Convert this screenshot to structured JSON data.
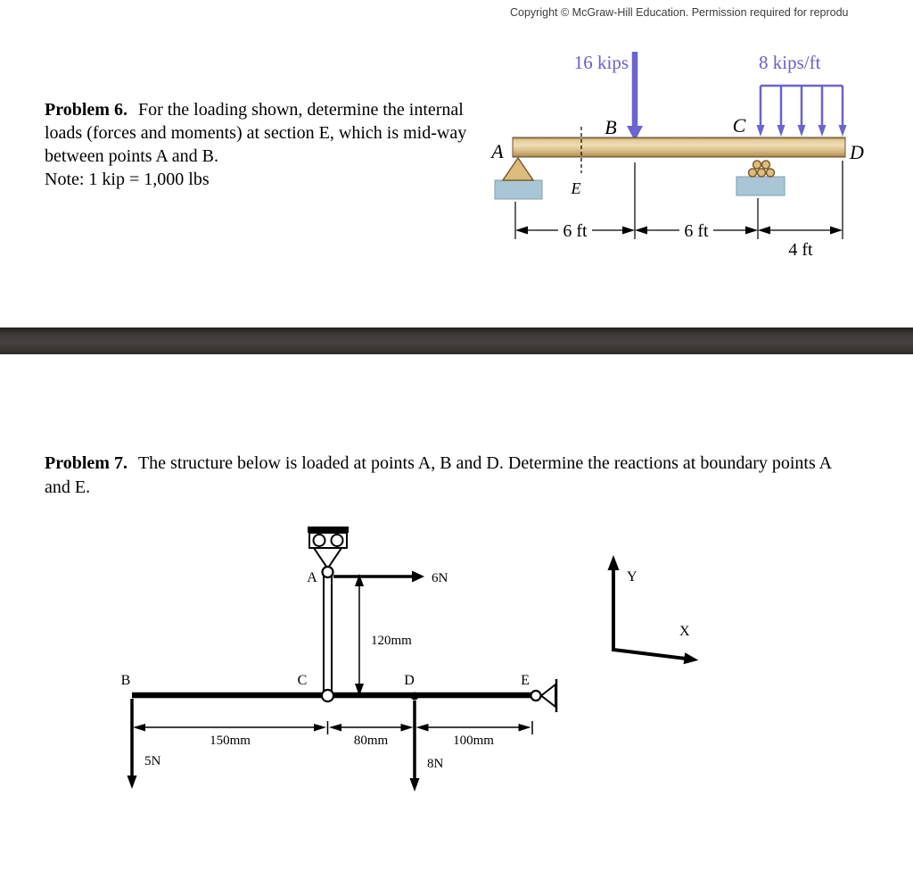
{
  "page": {
    "copyright": "Copyright © McGraw-Hill Education. Permission required for reprodu"
  },
  "problem6": {
    "title": "Problem 6.",
    "body": "For the loading shown, determine the internal loads (forces and moments) at section E, which is mid-way between points A and B.",
    "note": "Note: 1 kip = 1,000 lbs",
    "diagram": {
      "point_load_label": "16 kips",
      "distributed_load_label": "8 kips/ft",
      "labels": {
        "a": "A",
        "b": "B",
        "c": "C",
        "d": "D",
        "e": "E"
      },
      "dims": {
        "ab": "6 ft",
        "bc": "6 ft",
        "cd": "4 ft"
      },
      "colors": {
        "load_purple": "#6b63cf",
        "beam_tan": "#d8bc84",
        "support_blue": "#a9c6d6"
      }
    }
  },
  "problem7": {
    "title": "Problem 7.",
    "body": "The structure below is loaded at points A, B and D. Determine the reactions at boundary points A and E.",
    "diagram": {
      "labels": {
        "a": "A",
        "b": "B",
        "c": "C",
        "d": "D",
        "e": "E"
      },
      "forces": {
        "at_a": "6N",
        "at_b": "5N",
        "at_d": "8N"
      },
      "dims": {
        "ac": "120mm",
        "bc": "150mm",
        "cd": "80mm",
        "de": "100mm"
      },
      "axes": {
        "x": "X",
        "y": "Y"
      }
    }
  }
}
